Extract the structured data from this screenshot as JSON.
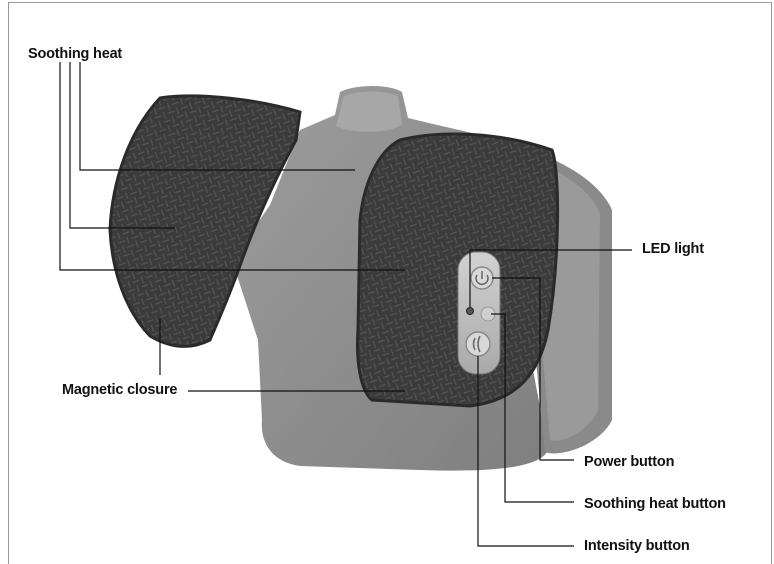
{
  "labels": {
    "soothing_heat": "Soothing heat",
    "magnetic_closure": "Magnetic closure",
    "led_light": "LED light",
    "power_button": "Power button",
    "soothing_heat_button": "Soothing heat button",
    "intensity_button": "Intensity button"
  },
  "colors": {
    "light_fabric": "#8e8e8e",
    "dark_fabric": "#3d3d3d",
    "leader_line": "#111111"
  },
  "icons": {
    "power": "power-icon",
    "heat": "heat-icon",
    "intensity": "intensity-icon"
  }
}
